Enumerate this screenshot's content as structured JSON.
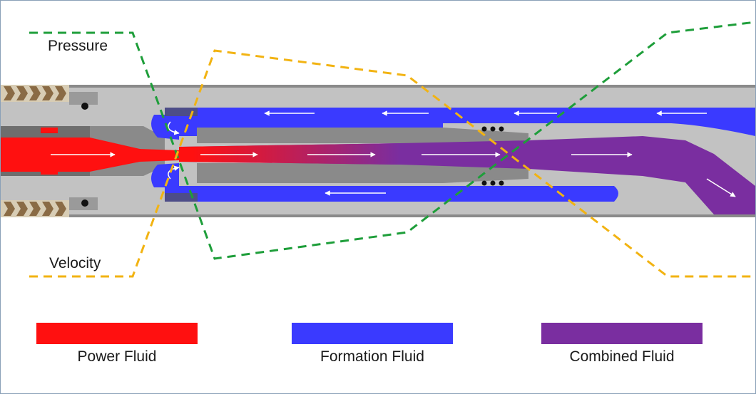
{
  "curves": {
    "pressure": {
      "label": "Pressure",
      "color": "#1e9e3a"
    },
    "velocity": {
      "label": "Velocity",
      "color": "#f2b312"
    }
  },
  "legend": [
    {
      "label": "Power Fluid",
      "color": "#ff1010"
    },
    {
      "label": "Formation Fluid",
      "color": "#3a3aff"
    },
    {
      "label": "Combined Fluid",
      "color": "#7a2ea0"
    }
  ],
  "colors": {
    "body_gray": "#b9b9b9",
    "dark_gray": "#7a7a7a",
    "power": "#ff1010",
    "formation": "#3a3aff",
    "combined": "#7a2ea0"
  }
}
